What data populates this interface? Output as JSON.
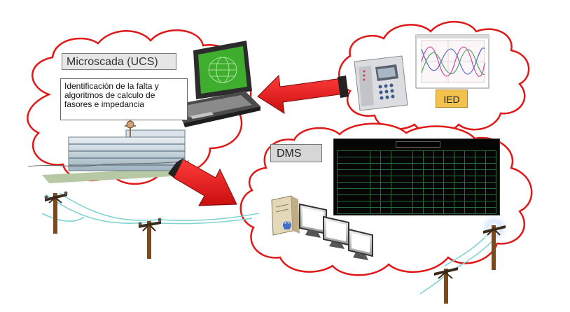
{
  "diagram": {
    "ucs": {
      "label": "Microscada (UCS)",
      "description_lines": [
        "Identificación de la falta y",
        "algoritmos de calculo de",
        "fasores e impedancia"
      ]
    },
    "ied": {
      "label": "IED"
    },
    "dms": {
      "label": "DMS"
    }
  },
  "colors": {
    "cloud_stroke": "#e01818",
    "arrow_fill": "#e41f1f",
    "arrow_dark": "#222222",
    "ied_label_bg": "#f2c14e",
    "laptop_screen": "#3fae2e",
    "pole_wood": "#7a4a1e",
    "power_line": "#7fd3d3"
  },
  "icons": [
    "cloud-shape",
    "laptop-icon",
    "building-icon",
    "relay-device-icon",
    "waveform-chart-icon",
    "server-icon",
    "monitor-icon",
    "utility-pole-icon",
    "red-arrow"
  ]
}
